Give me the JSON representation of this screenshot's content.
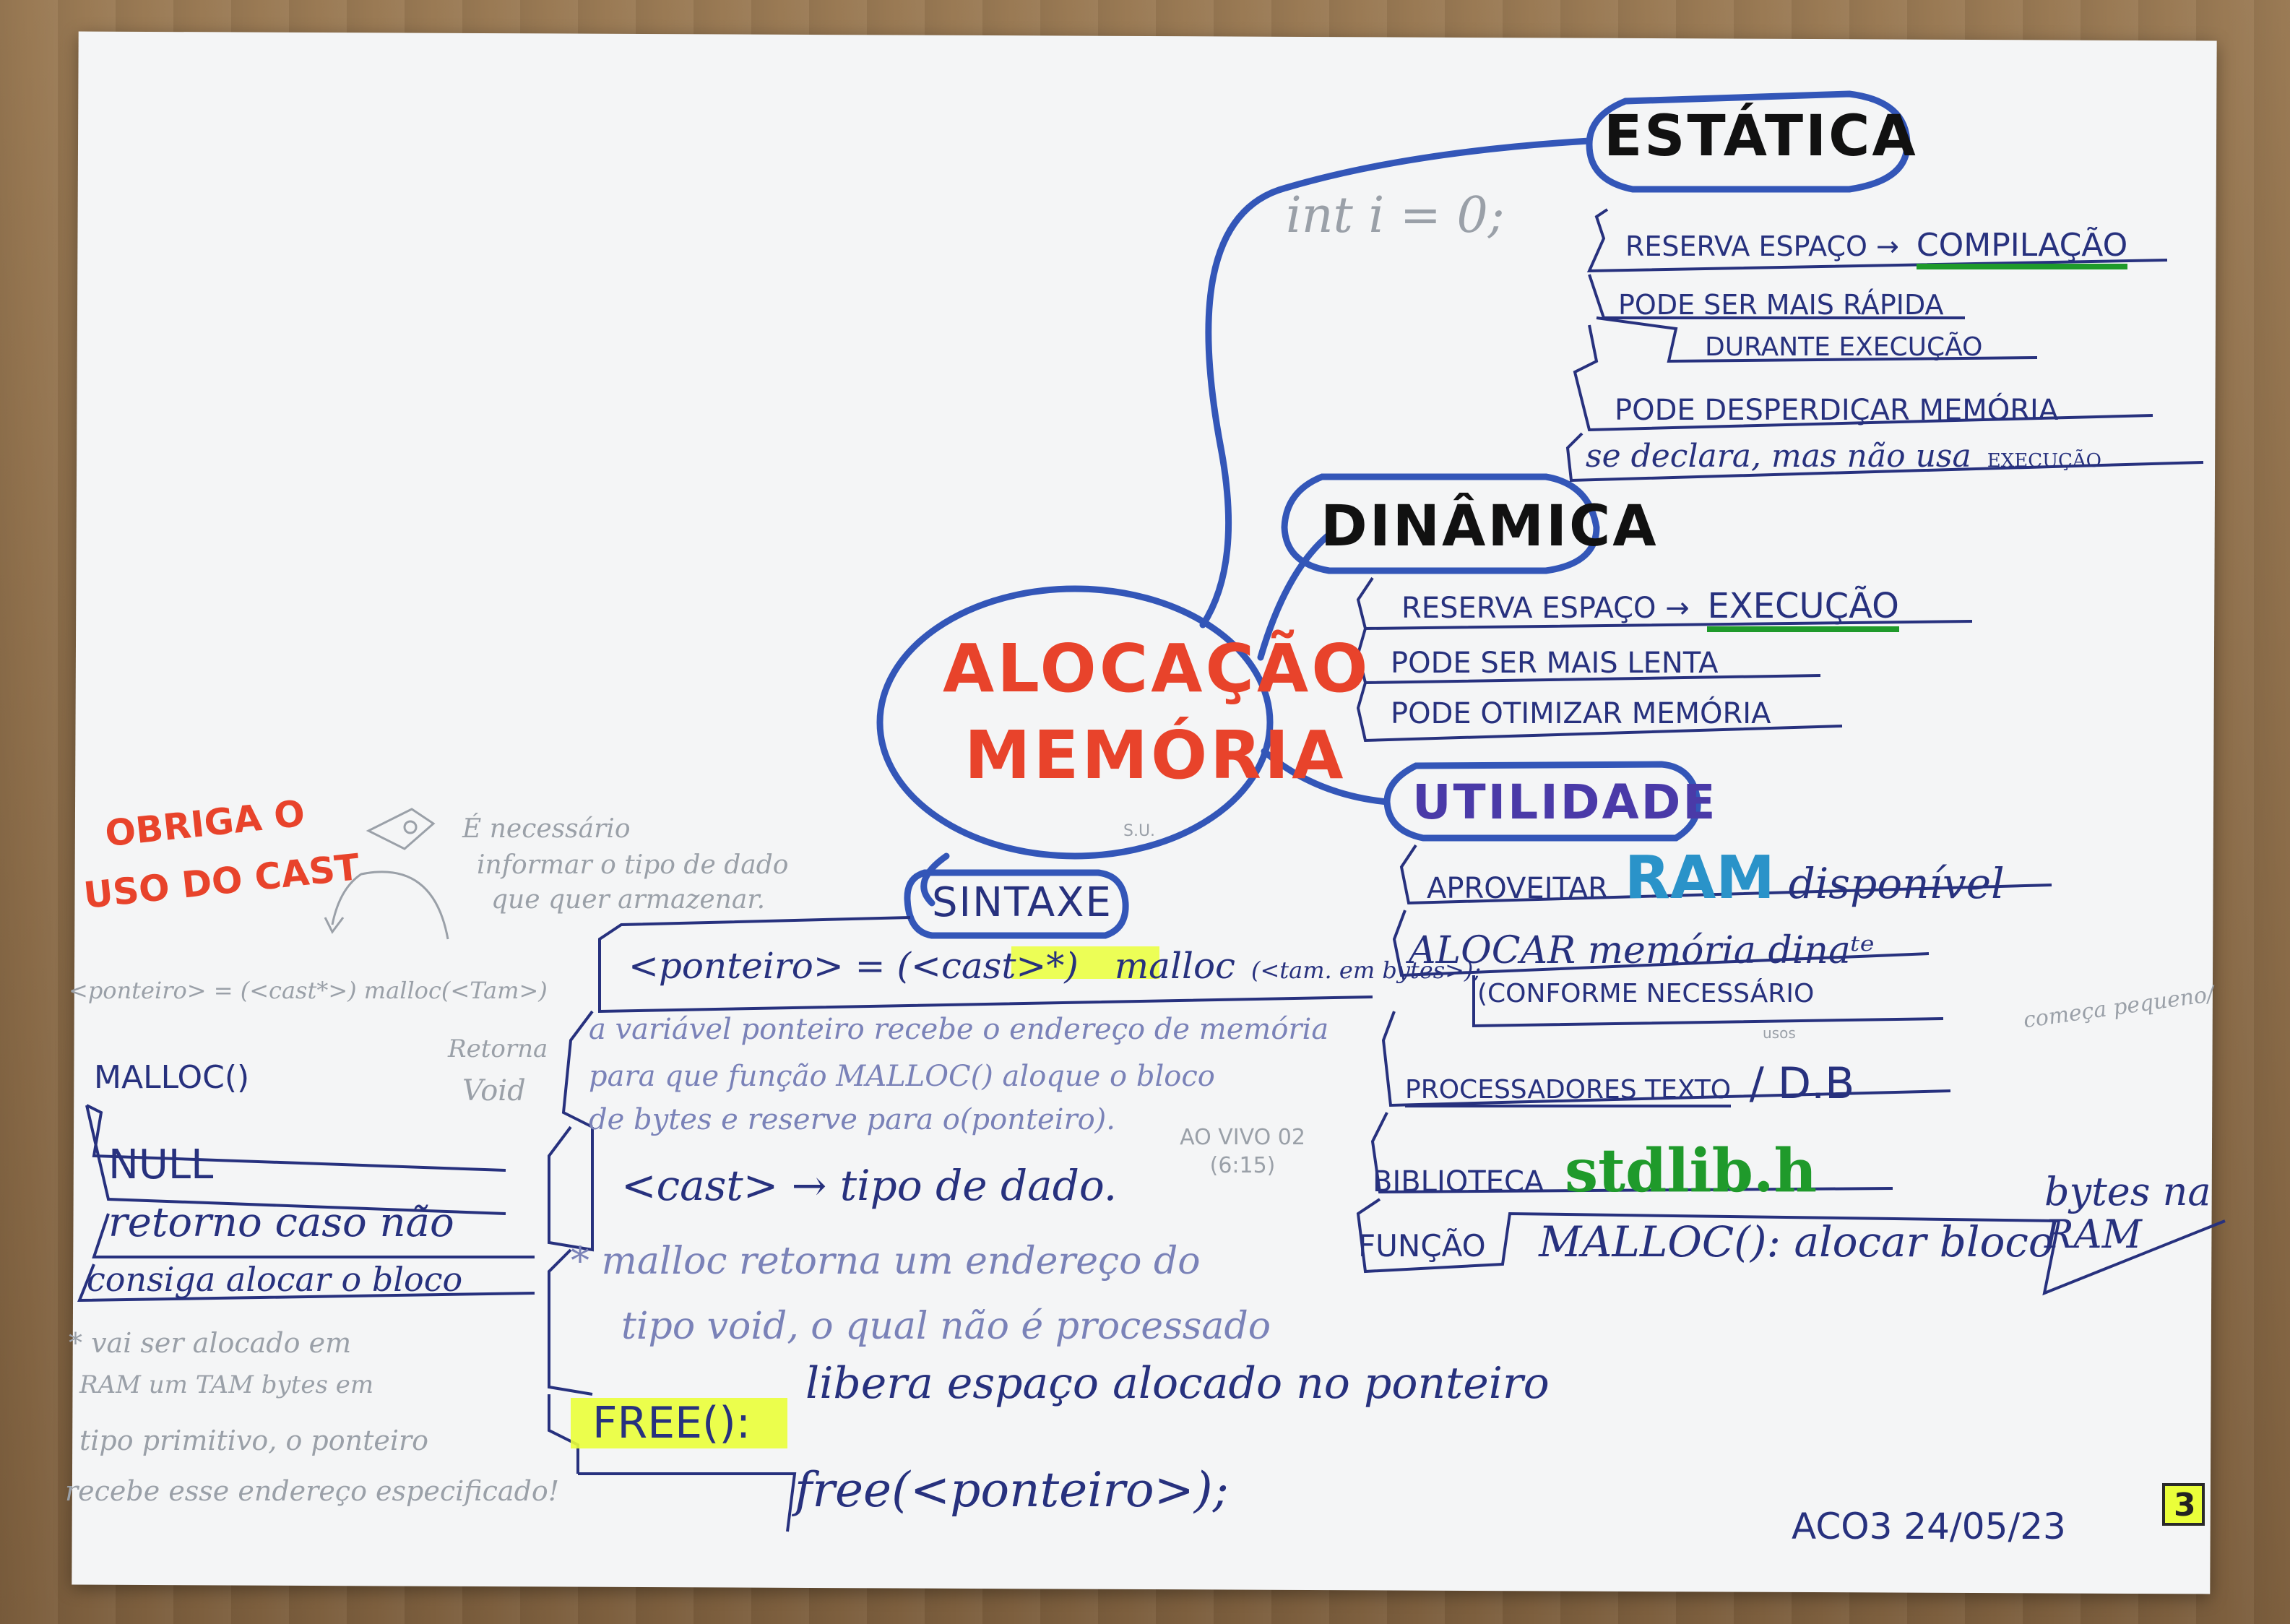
{
  "center": {
    "line1": "ALOCAÇÃO",
    "line2": "MEMÓRIA"
  },
  "estatica": {
    "title": "ESTÁTICA",
    "example": "int i = 0;",
    "items": [
      {
        "label": "RESERVA ESPAÇO →",
        "emph": "COMPILAÇÃO"
      },
      {
        "label": "PODE SER MAIS RÁPIDA"
      },
      {
        "label": "DURANTE EXECUÇÃO"
      },
      {
        "label": "PODE DESPERDIÇAR MEMÓRIA"
      },
      {
        "label": "se declara, mas não usa",
        "small": "EXECUÇÃO"
      }
    ]
  },
  "dinamica": {
    "title": "DINÂMICA",
    "items": [
      {
        "label": "RESERVA ESPAÇO →",
        "emph": "EXECUÇÃO"
      },
      {
        "label": "PODE SER MAIS LENTA"
      },
      {
        "label": "PODE OTIMIZAR MEMÓRIA"
      }
    ]
  },
  "utilidade": {
    "title": "UTILIDADE",
    "items": [
      {
        "label": "APROVEITAR",
        "emph": "RAM",
        "tail": "disponível"
      },
      {
        "label": "ALOCAR memória dinaᵗᵉ"
      },
      {
        "label": "(CONFORME NECESSÁRIO"
      },
      {
        "label": "PROCESSADORES TEXTO",
        "tail": "/ D.B",
        "note_small": "usos",
        "note": "começa pequeno/"
      },
      {
        "label": "BIBLIOTECA",
        "emph": "stdlib.h"
      },
      {
        "label": "FUNÇÃO",
        "tail": "MALLOC(): alocar bloco",
        "note": "bytes na RAM"
      }
    ]
  },
  "sintaxe": {
    "title": "SINTAXE",
    "tag": "S.U.",
    "syntax": {
      "expr": "<ponteiro> = (<cast>*)",
      "fn": "malloc",
      "args": "(<tam. em bytes>);"
    },
    "explain": [
      "a variável ponteiro recebe o endereço de memória",
      "para que função MALLOC() aloque o bloco",
      "de bytes e reserve para o(ponteiro)."
    ],
    "cast_line": "<cast> → tipo de dado.",
    "aovivo": "AO VIVO 02 (6:15)",
    "malloc_note": [
      "* malloc retorna um endereço do",
      "tipo void, o qual não é processado"
    ],
    "free_fn": "FREE():",
    "free_desc": "libera espaço alocado no ponteiro",
    "free_code": "free(<ponteiro>);"
  },
  "left": {
    "obriga": [
      "OBRIGA O",
      "USO DO CAST"
    ],
    "necessario": [
      "É necessário",
      "informar o tipo de dado",
      "que quer armazenar."
    ],
    "grey_syntax": "<ponteiro> = (<cast*>) malloc(<Tam>)",
    "retorna": [
      "Retorna",
      "Void"
    ],
    "malloc_title": "MALLOC()",
    "null": "NULL",
    "retorno": [
      "retorno caso não",
      "consiga alocar o bloco"
    ],
    "note": [
      "* vai ser alocado em",
      "RAM um TAM bytes em",
      "tipo primitivo, o ponteiro",
      "recebe esse endereço especificado!"
    ]
  },
  "footer": {
    "code": "ACO3 24/05/23",
    "page": "3"
  },
  "colors": {
    "ink_blue": "#27317e",
    "crayon_blue": "#3356b8",
    "red": "#e8432b",
    "green": "#1f9a2b",
    "ram_blue": "#2a93c9",
    "highlight": "#eaff3a",
    "grey": "#9aa0a8"
  }
}
